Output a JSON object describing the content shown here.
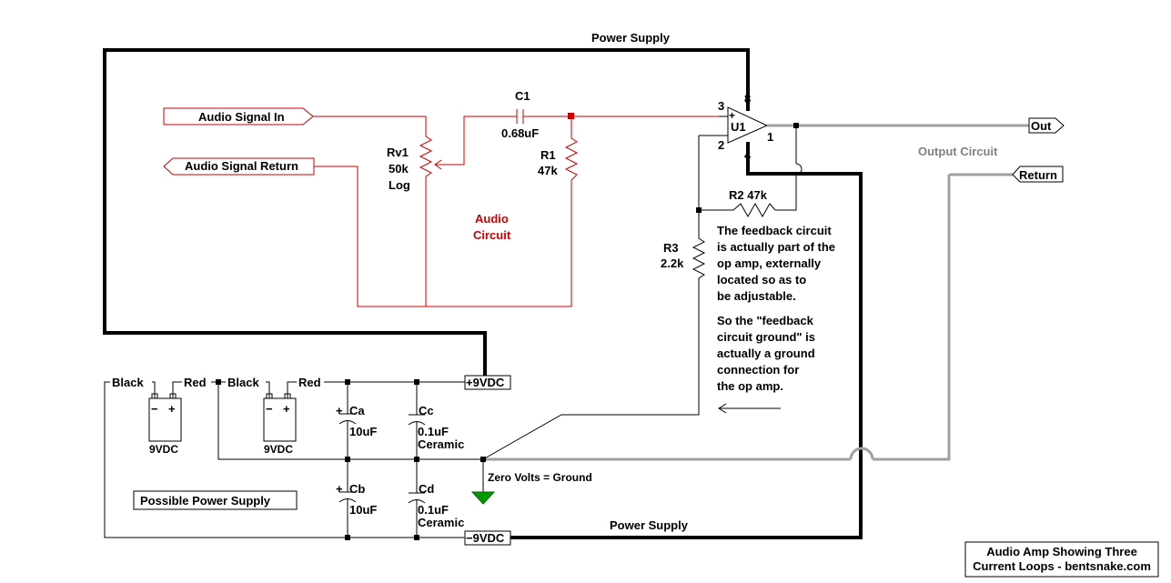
{
  "labels": {
    "power_supply_top": "Power Supply",
    "power_supply_bottom": "Power Supply",
    "audio_in": "Audio Signal In",
    "audio_return": "Audio Signal Return",
    "rv1_name": "Rv1",
    "rv1_value": "50k",
    "rv1_taper": "Log",
    "c1_name": "C1",
    "c1_value": "0.68uF",
    "r1_name": "R1",
    "r1_value": "47k",
    "audio_circuit_1": "Audio",
    "audio_circuit_2": "Circuit",
    "u1_name": "U1",
    "pin3": "3",
    "pin8": "8",
    "pin2": "2",
    "pin1": "1",
    "pin4": "4",
    "plus": "+",
    "minus": "−",
    "out": "Out",
    "return": "Return",
    "output_circuit": "Output Circuit",
    "r2_name": "R2",
    "r2_value": "47k",
    "r3_name": "R3",
    "r3_value": "2.2k",
    "note1": [
      "The feedback circuit",
      "is actually part of the",
      "op amp, externally",
      "located so as to",
      "be adjustable."
    ],
    "note2": [
      "So the \"feedback",
      "circuit ground\" is",
      "actually a ground",
      "connection for",
      "the op amp."
    ],
    "arrow": "←",
    "black1": "Black",
    "red1": "Red",
    "black2": "Black",
    "red2": "Red",
    "bat1": "9VDC",
    "bat2": "9VDC",
    "pos9": "+9VDC",
    "neg9": "−9VDC",
    "ca_name": "Ca",
    "ca_value": "10uF",
    "cb_name": "Cb",
    "cb_value": "10uF",
    "cc_name": "Cc",
    "cc_value": "0.1uF",
    "cc_type": "Ceramic",
    "cd_name": "Cd",
    "cd_value": "0.1uF",
    "cd_type": "Ceramic",
    "ground": "Zero Volts = Ground",
    "possible_ps": "Possible Power Supply",
    "title_1": "Audio Amp Showing Three",
    "title_2": "Current Loops - bentsnake.com"
  }
}
